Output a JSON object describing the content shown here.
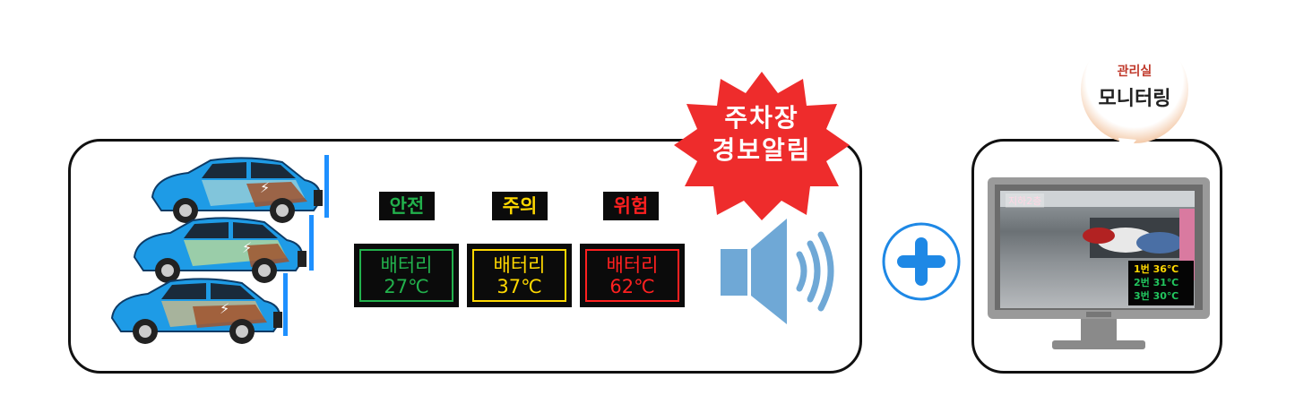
{
  "status_levels": [
    {
      "label": "안전",
      "color": "#22b14c"
    },
    {
      "label": "주의",
      "color": "#ffd800"
    },
    {
      "label": "위험",
      "color": "#ff2020"
    }
  ],
  "batteries": [
    {
      "title": "배터리",
      "temp": "27℃",
      "color": "#22b14c"
    },
    {
      "title": "배터리",
      "temp": "37℃",
      "color": "#ffd800"
    },
    {
      "title": "배터리",
      "temp": "62℃",
      "color": "#ff2020"
    }
  ],
  "alert": {
    "line1": "주차장",
    "line2": "경보알림",
    "color": "#ee2c2c"
  },
  "bubble": {
    "small": "관리실",
    "big": "모니터링"
  },
  "monitor": {
    "camera_label": "지하2층",
    "readings": [
      {
        "text": "1번 36℃",
        "color": "#ffd800"
      },
      {
        "text": "2번 31℃",
        "color": "#22c55e"
      },
      {
        "text": "3번 30℃",
        "color": "#22c55e"
      }
    ]
  },
  "colors": {
    "car": "#1e9be6",
    "charger": "#1e90ff",
    "plus": "#1e88e5",
    "speaker": "#6fa8d6"
  },
  "icons": [
    "electric-car-icon",
    "speaker-icon",
    "plus-icon",
    "monitor-icon",
    "speech-bubble-icon"
  ]
}
